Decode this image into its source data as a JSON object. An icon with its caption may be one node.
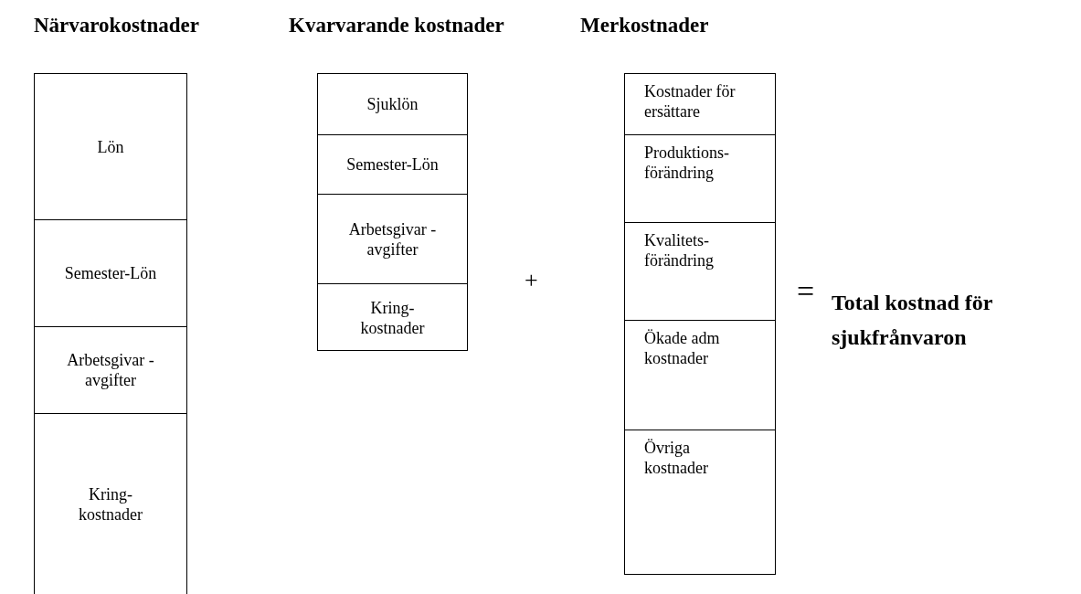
{
  "diagram": {
    "nodes": [
      {
        "text": [
          "Närvarokostnader"
        ]
      },
      {
        "text": [
          "Lön"
        ],
        "in": 0
      },
      {
        "text": [
          "Semester-Lön"
        ],
        "in": 0
      },
      {
        "text": [
          "Arbetsgivar -avgifter"
        ],
        "in": 0
      },
      {
        "text": [
          "Kring-kostnader"
        ],
        "in": 0
      },
      {
        "text": [
          "Kvarvarande kostnader"
        ]
      },
      {
        "text": [
          "Sjuklön"
        ],
        "in": 5
      },
      {
        "text": [
          "Semester-Lön"
        ],
        "in": 5
      },
      {
        "text": [
          "Arbetsgivar -avgifter"
        ],
        "in": 5
      },
      {
        "text": [
          "Kring-kostnader"
        ],
        "in": 5
      },
      {
        "text": [
          "Merkostnader"
        ]
      },
      {
        "text": [
          "Kostnader för ersättare"
        ],
        "in": 10
      },
      {
        "text": [
          "Produktions-förändring"
        ],
        "in": 10
      },
      {
        "text": [
          "Kvalitets-förändring"
        ],
        "in": 10
      },
      {
        "text": [
          "Ökade adm kostnader"
        ],
        "in": 10
      },
      {
        "text": [
          "Övriga kostnader"
        ],
        "in": 10
      }
    ],
    "edges": [],
    "labels": [
      "+",
      "=",
      "Total kostnad för sjukfrånvaron"
    ]
  }
}
